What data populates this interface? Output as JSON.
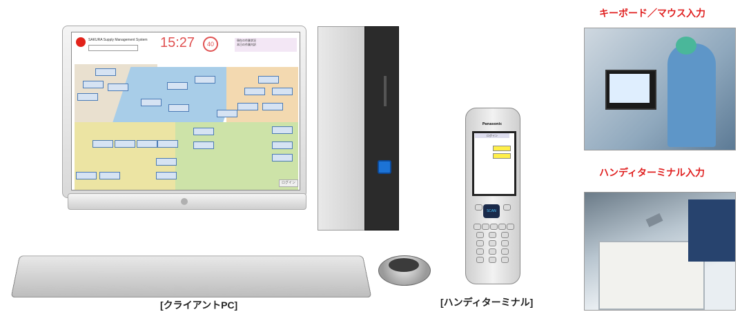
{
  "labels": {
    "client_pc": "[クライアントPC]",
    "handy_terminal": "[ハンディターミナル]",
    "keyboard_mouse_input": "キーボード／マウス入力",
    "handy_terminal_input": "ハンディターミナル入力"
  },
  "screen": {
    "system_name": "SAKURA Supply Management System",
    "time": "15:27",
    "badge": "40",
    "info_lines": [
      "現在の作業状況",
      "本日の作業内訳"
    ],
    "login_label": "ログイン"
  },
  "handy": {
    "brand": "Panasonic",
    "screen_title": "ログイン",
    "scan_label": "SCAN"
  },
  "colors": {
    "caption_red": "#e02020",
    "clock_red": "#e05050",
    "power_blue": "#1c73d6"
  }
}
